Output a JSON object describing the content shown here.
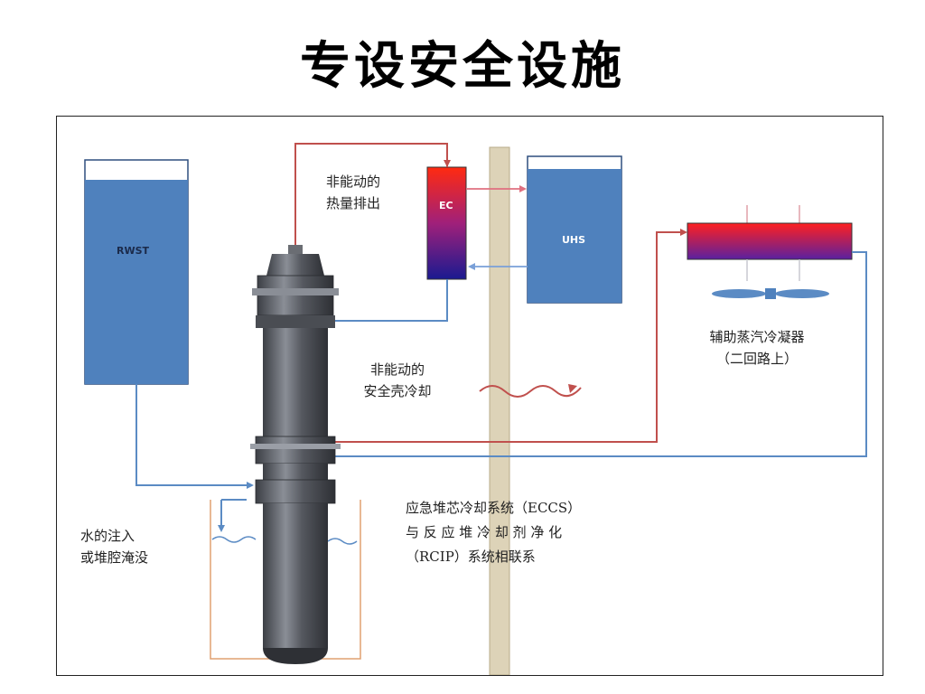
{
  "slide": {
    "title": "专设安全设施"
  },
  "diagram": {
    "tanks": {
      "rwst": "RWST",
      "ec": "EC",
      "uhs": "UHS"
    },
    "labels": {
      "passive_heat_line1": "非能动的",
      "passive_heat_line2": "热量排出",
      "aux_condenser_line1": "辅助蒸汽冷凝器",
      "aux_condenser_line2": "（二回路上）",
      "passive_containment_line1": "非能动的",
      "passive_containment_line2": "安全壳冷却",
      "water_injection_line1": "水的注入",
      "water_injection_line2": "或堆腔淹没",
      "eccs_line1": "应急堆芯冷却系统（ECCS）",
      "eccs_line2": "与 反 应 堆 冷 却 剂 净 化",
      "eccs_line3": "（RCIP）系统相联系"
    },
    "colors": {
      "tank_blue": "#4f81bd",
      "hot_red": "#c0504d",
      "cool_blue": "#5b8bc4",
      "wall_tan": "#ddd3b8"
    }
  }
}
